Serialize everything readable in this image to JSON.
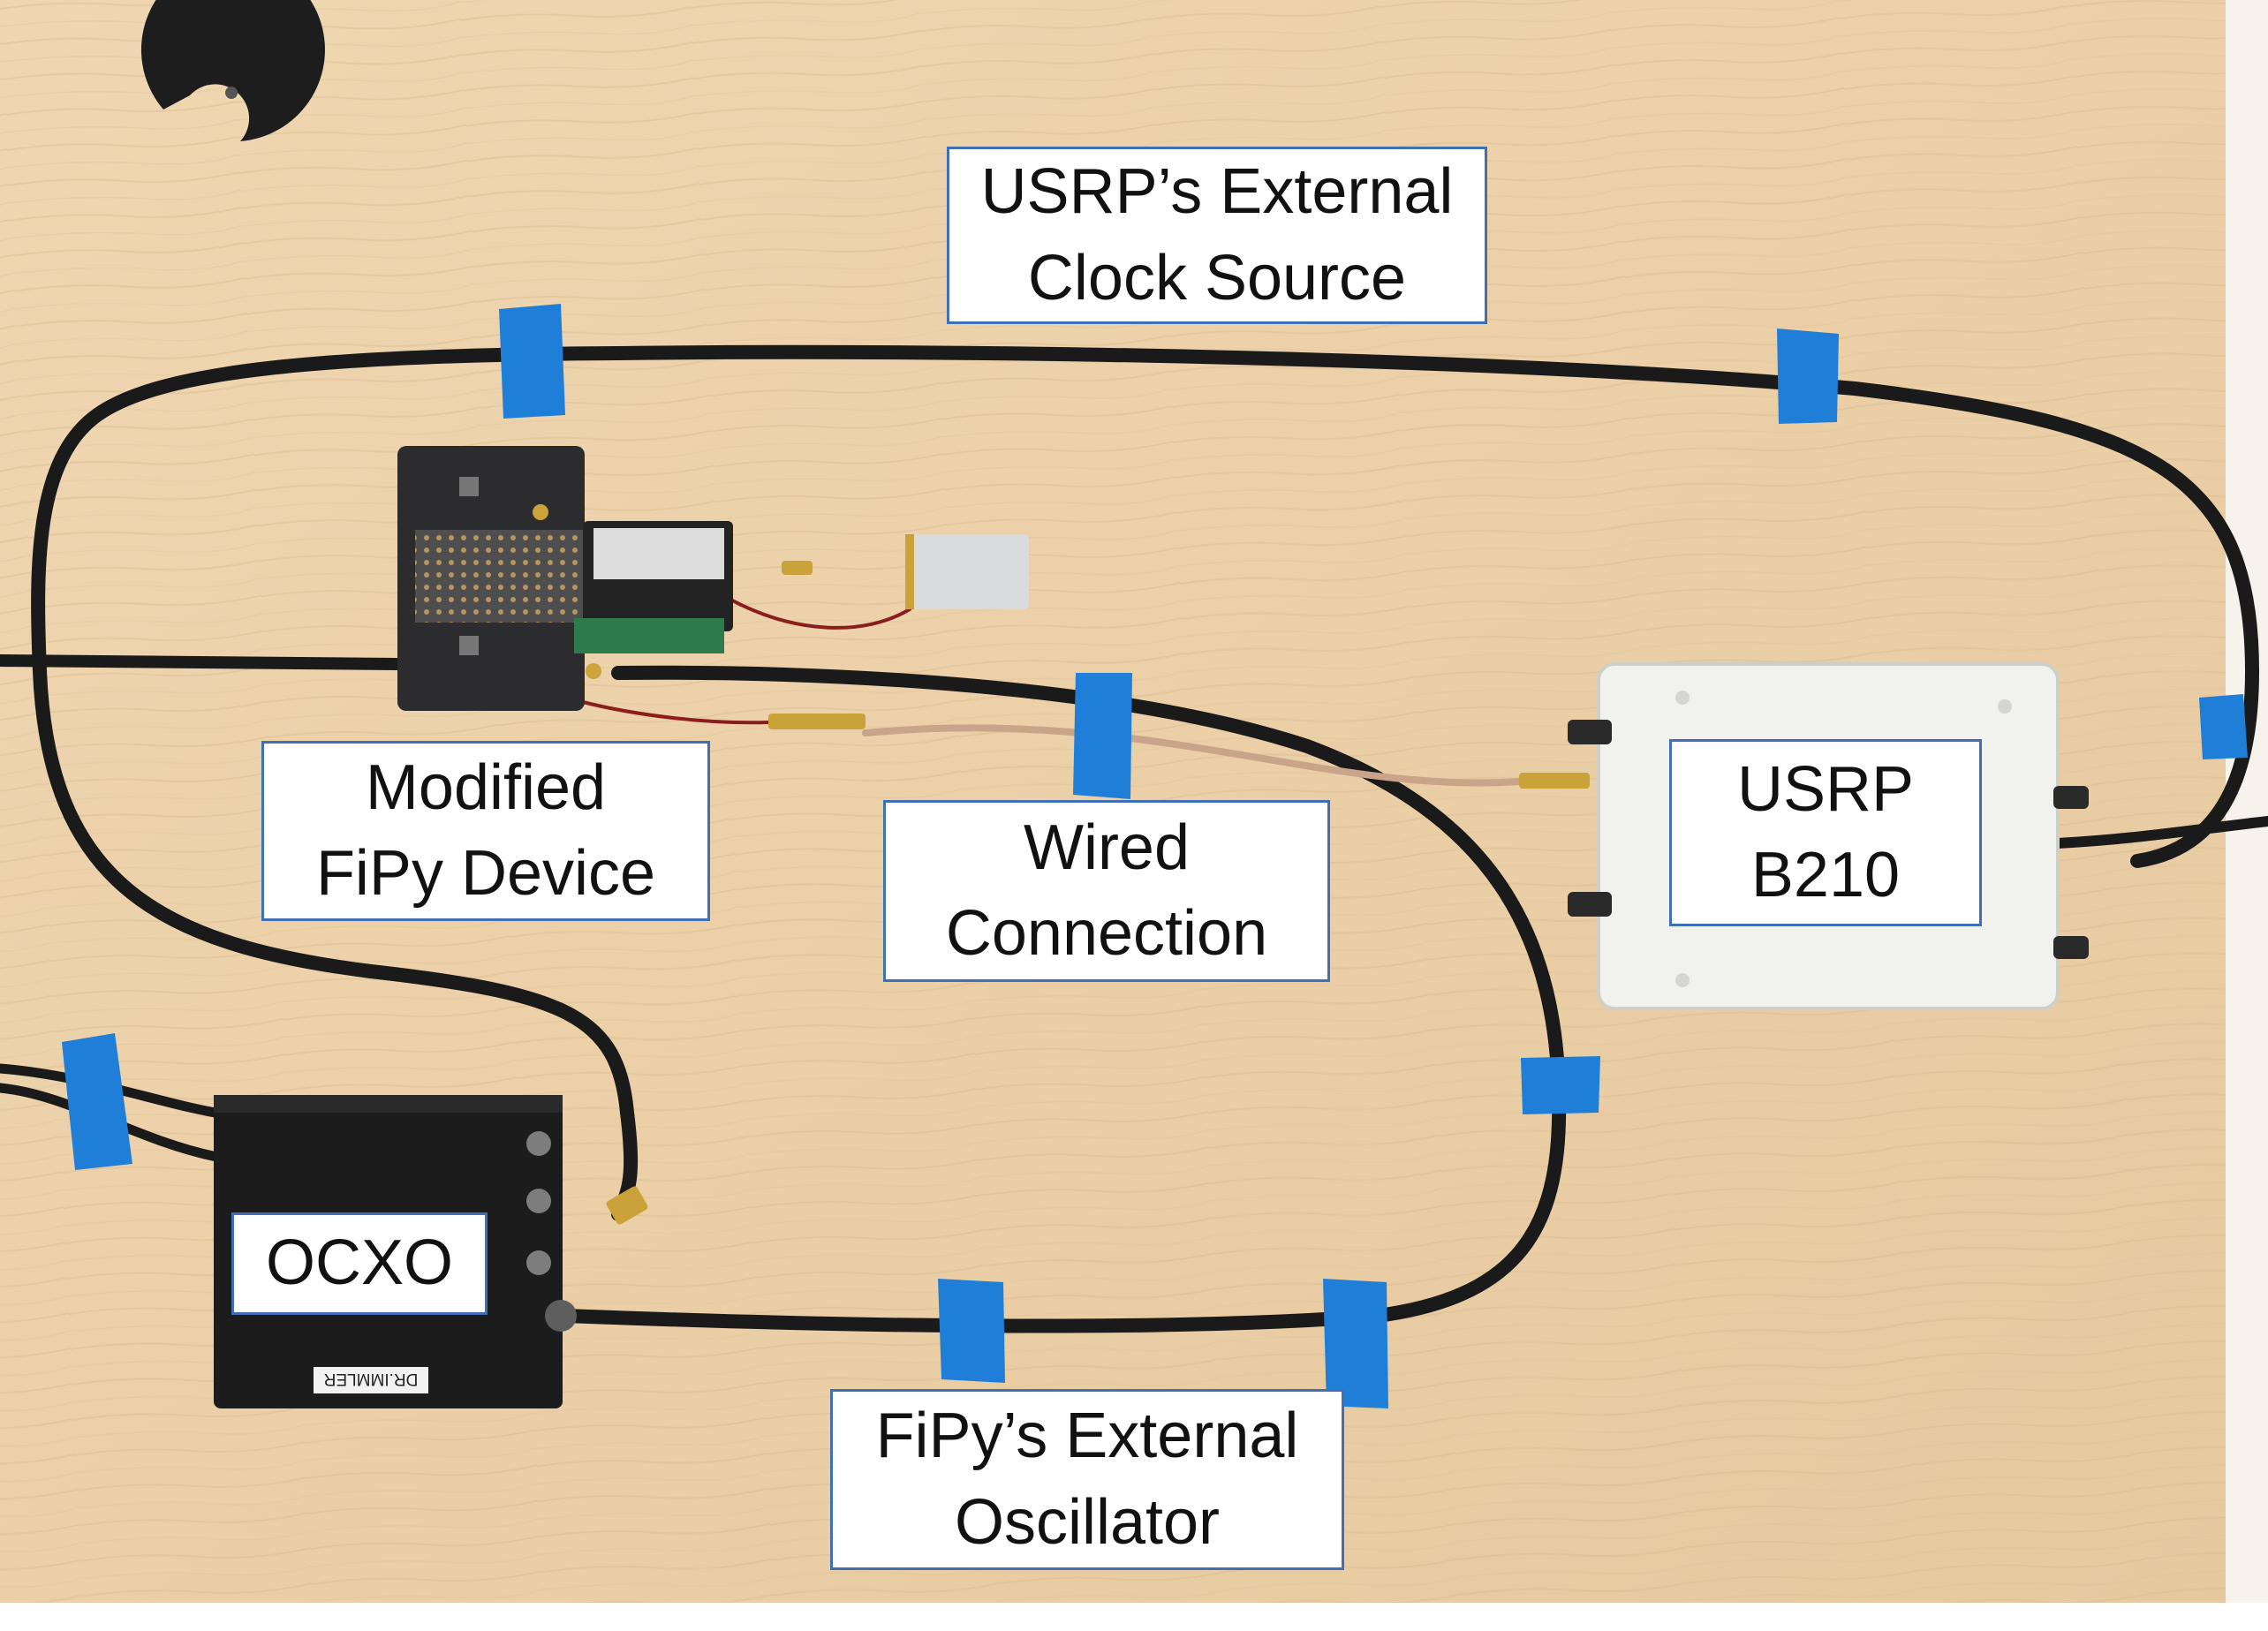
{
  "labels": {
    "usrp_clock": "USRP’s External\nClock Source",
    "fipy_device": "Modified\nFiPy Device",
    "wired": "Wired\nConnection",
    "usrp": "USRP\nB210",
    "ocxo": "OCXO",
    "fipy_osc": "FiPy’s External\nOscillator"
  },
  "device_text": {
    "ocxo_brand": "DR.IMMLER"
  },
  "colors": {
    "table": "#ecd2ac",
    "cable": "#1a1a1a",
    "tape": "#1f7fd8",
    "label_border": "#3f6fb4",
    "usrp_case": "#f1f1ee",
    "ocxo_case": "#1c1c1c"
  }
}
